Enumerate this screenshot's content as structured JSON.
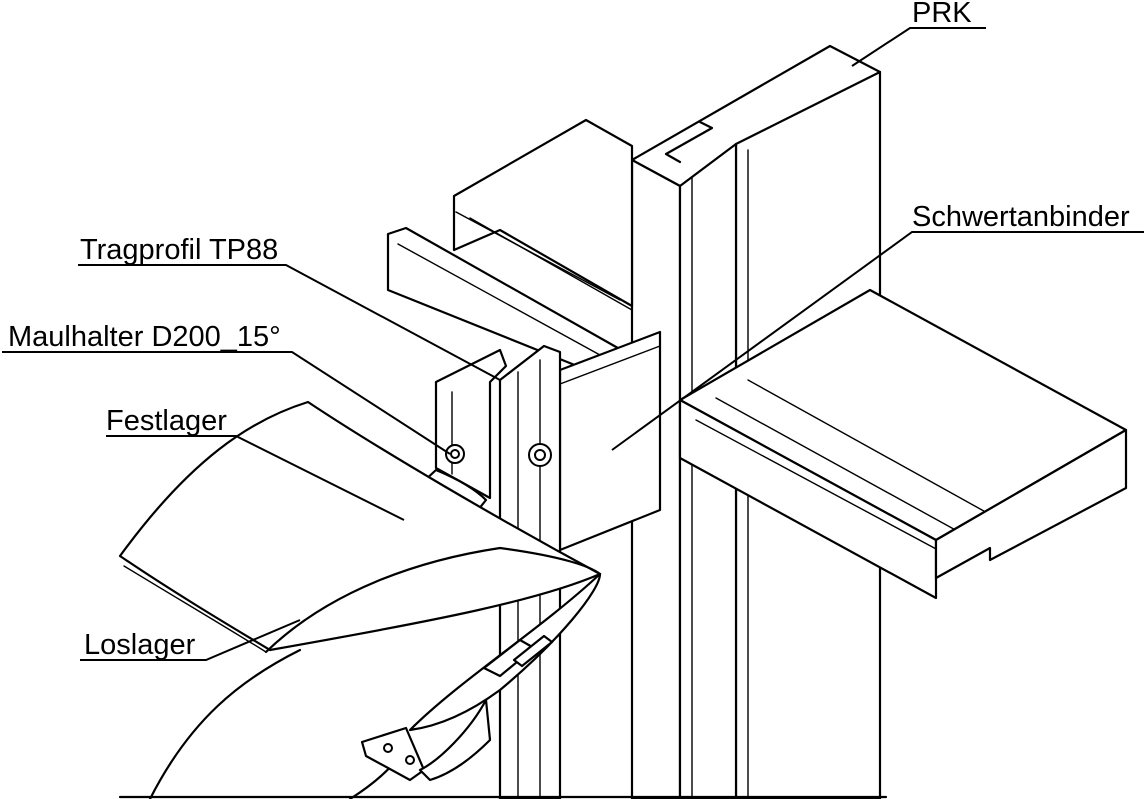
{
  "labels": {
    "prk": "PRK",
    "schwertanbinder": "Schwertanbinder",
    "tragprofil": "Tragprofil TP88",
    "maulhalter": "Maulhalter D200_15°",
    "festlager": "Festlager",
    "loslager": "Loslager"
  },
  "colors": {
    "line": "#000000",
    "background": "#ffffff"
  }
}
